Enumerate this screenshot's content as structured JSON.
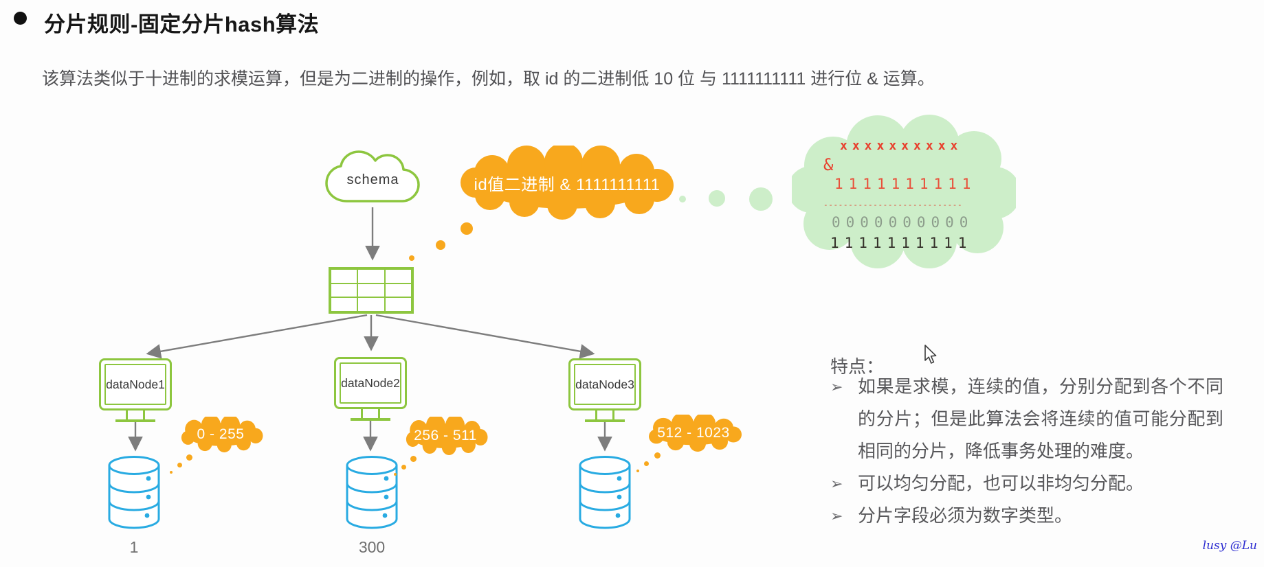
{
  "colors": {
    "green_outline": "#8dc63f",
    "orange_bubble": "#f8a81d",
    "light_green_cloud": "#cdeec9",
    "blue_database": "#29abe2",
    "red_text": "#e8402d",
    "gray_text": "#57575a",
    "watermark_blue": "#2a2ad0"
  },
  "header": {
    "title": "分片规则-固定分片hash算法"
  },
  "description": "该算法类似于十进制的求模运算，但是为二进制的操作，例如，取 id 的二进制低 10 位 与 1111111111 进行位 & 运算。",
  "diagram": {
    "schema_label": "schema",
    "id_bubble_text": "id值二进制 & 1111111111",
    "nodes": [
      {
        "label": "dataNode1",
        "range": "0 - 255",
        "db_label": "1"
      },
      {
        "label": "dataNode2",
        "range": "256 - 511",
        "db_label": "300"
      },
      {
        "label": "dataNode3",
        "range": "512 - 1023",
        "db_label": null
      }
    ],
    "calc_cloud": {
      "operand_x": "xxxxxxxxxx",
      "operator": "&",
      "mask": "1111111111",
      "divider": "----------------------------",
      "result_zeros": "0000000000",
      "result_ones": "1111111111"
    }
  },
  "features": {
    "heading": "特点：",
    "bullet": "➢",
    "items": [
      "如果是求模，连续的值，分别分配到各个不同的分片；但是此算法会将连续的值可能分配到相同的分片，降低事务处理的难度。",
      "可以均匀分配，也可以非均匀分配。",
      "分片字段必须为数字类型。"
    ]
  },
  "watermark": "lusy @Lu"
}
